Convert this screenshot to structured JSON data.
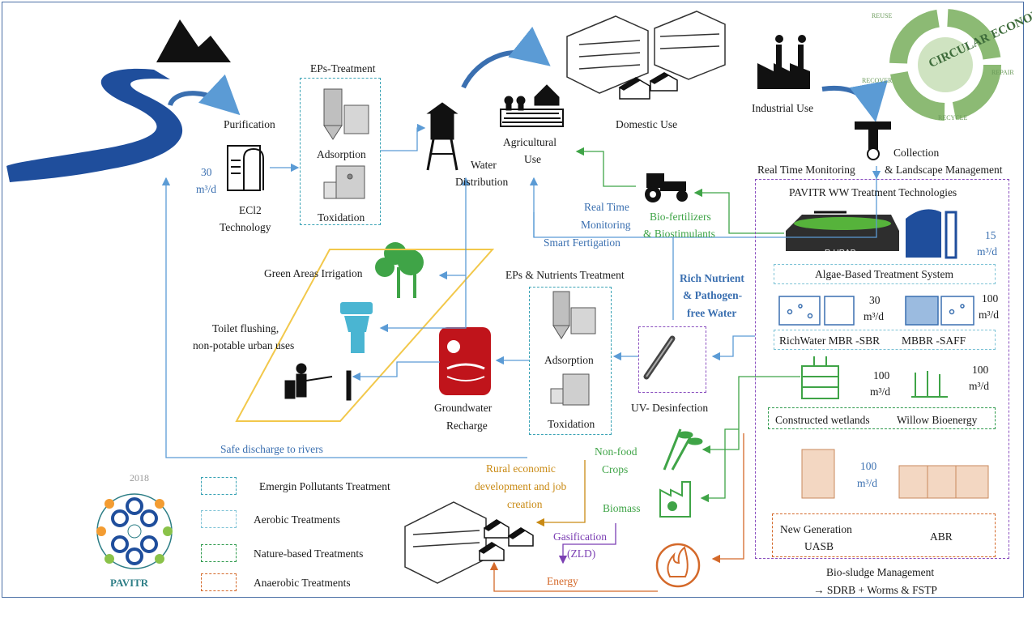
{
  "colors": {
    "river": "#1f4e9c",
    "flow_blue": "#5b9bd5",
    "eps_box": "#3aa3b5",
    "aerobic_box": "#7ec3d6",
    "nature_box": "#2e9a4c",
    "anaerobic_box": "#d4692a",
    "pavitr_box": "#8a4fbf",
    "irrigation_zone": "#f2c84b",
    "groundwater_red": "#c0141b"
  },
  "labels": {
    "purification": "Purification",
    "capacity_30_a": "30",
    "capacity_unit_a": "m³/d",
    "ecl2": "ECl2",
    "technology": "Technology",
    "eps_treatment": "EPs-Treatment",
    "adsorption_1": "Adsorption",
    "toxidation_1": "Toxidation",
    "water": "Water",
    "distribution": "Distribution",
    "agricultural": "Agricultural",
    "use": "Use",
    "domestic_use": "Domestic Use",
    "industrial_use": "Industrial Use",
    "collection": "Collection",
    "landscape": "& Landscape Management",
    "real_time_monitoring_top": "Real Time Monitoring",
    "circular_economy": "CIRCULAR ECONOMY",
    "reuse": "REUSE",
    "repair": "REPAIR",
    "recover": "RECOVER",
    "recycle": "RECYCLE",
    "pavitr_ww": "PAVITR WW Treatment Technologies",
    "rhrap": "R-HRAP",
    "capacity_15": "15",
    "capacity_unit_15": "m³/d",
    "algae_system": "Algae-Based Treatment System",
    "capacity_30_b": "30",
    "capacity_unit_b": "m³/d",
    "capacity_100_a": "100",
    "capacity_unit_100a": "m³/d",
    "richwater": "RichWater MBR -SBR",
    "mbbr": "MBBR -SAFF",
    "capacity_100_b": "100",
    "capacity_unit_100b": "m³/d",
    "capacity_100_c": "100",
    "capacity_unit_100c": "m³/d",
    "constructed_wetlands": "Constructed wetlands",
    "willow": "Willow Bioenergy",
    "capacity_100_d": "100",
    "capacity_unit_100d": "m³/d",
    "new_generation": "New Generation",
    "uasb": "UASB",
    "abr": "ABR",
    "bio_sludge": "Bio-sludge Management",
    "sdrb": "→ SDRB + Worms & FSTP",
    "rt_monitoring_1": "Real Time",
    "rt_monitoring_2": "Monitoring",
    "rt_monitoring_3": "Smart Fertigation",
    "bio_fert_1": "Bio-fertilizers",
    "bio_fert_2": "& Biostimulants",
    "rich_nutrient_1": "Rich Nutrient",
    "rich_nutrient_2": "& Pathogen-",
    "rich_nutrient_3": "free Water",
    "green_areas": "Green Areas Irrigation",
    "toilet_1": "Toilet flushing,",
    "toilet_2": "non-potable urban uses",
    "eps_nutrients": "EPs & Nutrients Treatment",
    "adsorption_2": "Adsorption",
    "toxidation_2": "Toxidation",
    "groundwater_1": "Groundwater",
    "groundwater_2": "Recharge",
    "uv": "UV- Desinfection",
    "safe_discharge": "Safe discharge to rivers",
    "non_food_1": "Non-food",
    "non_food_2": "Crops",
    "biomass": "Biomass",
    "rural_1": "Rural economic",
    "rural_2": "development and job",
    "rural_3": "creation",
    "gasification": "Gasification",
    "zld": "(ZLD)",
    "energy": "Energy",
    "year": "2018",
    "pavitr": "PAVITR"
  },
  "legend": [
    {
      "label": "Emergin Pollutants Treatment",
      "style": "eps"
    },
    {
      "label": "Aerobic Treatments",
      "style": "aer"
    },
    {
      "label": "Nature-based Treatments",
      "style": "nat"
    },
    {
      "label": "Anaerobic Treatments",
      "style": "ana"
    }
  ],
  "icons": [
    "mountain-icon",
    "river-icon",
    "ecl2-tank-icon",
    "adsorption-column-icon",
    "toxidation-unit-icon",
    "water-tower-icon",
    "farm-icon",
    "buildings-icon",
    "houses-icon",
    "factory-icon",
    "circular-economy-icon",
    "collection-valve-icon",
    "tractor-icon",
    "rhrap-pond-icon",
    "tank-icon",
    "tree-icon",
    "toilet-icon",
    "pressure-washer-icon",
    "groundwater-icon",
    "uv-lamp-icon",
    "bamboo-icon",
    "biomass-factory-icon",
    "fire-icon",
    "wetland-icon",
    "willow-icon",
    "uasb-reactor-icon",
    "abr-reactor-icon",
    "pavitr-logo-icon"
  ]
}
